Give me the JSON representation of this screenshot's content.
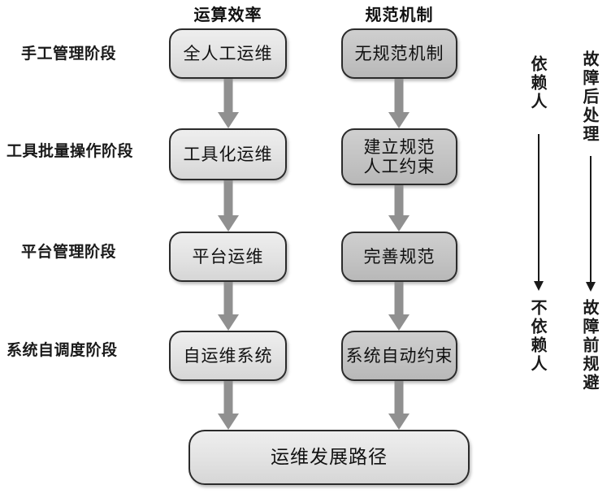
{
  "diagram": {
    "title": "运维发展路径",
    "columns": [
      {
        "id": "efficiency",
        "header": "运算效率",
        "tone": "light"
      },
      {
        "id": "standard",
        "header": "规范机制",
        "tone": "dark"
      }
    ],
    "stages": [
      {
        "label": "手工管理阶段",
        "efficiency": "全人工运维",
        "standard": "无规范机制"
      },
      {
        "label": "工具批量操作阶段",
        "efficiency": "工具化运维",
        "standard_line1": "建立规范",
        "standard_line2": "人工约束"
      },
      {
        "label": "平台管理阶段",
        "efficiency": "平台运维",
        "standard": "完善规范"
      },
      {
        "label": "系统自调度阶段",
        "efficiency": "自运维系统",
        "standard": "系统自动约束"
      }
    ],
    "summary_box": "运维发展路径",
    "annotations": [
      {
        "id": "people-dependency",
        "top": "依赖人",
        "bottom": "不依赖人"
      },
      {
        "id": "fault-handling",
        "top": "故障后处理",
        "bottom": "故障前规避"
      }
    ],
    "colors": {
      "box_light": "#e2e2e2",
      "box_dark": "#c3c3c3",
      "box_border": "#2b2b2b",
      "arrow_gray": "#909090",
      "text": "#111111",
      "background": "#ffffff"
    }
  }
}
